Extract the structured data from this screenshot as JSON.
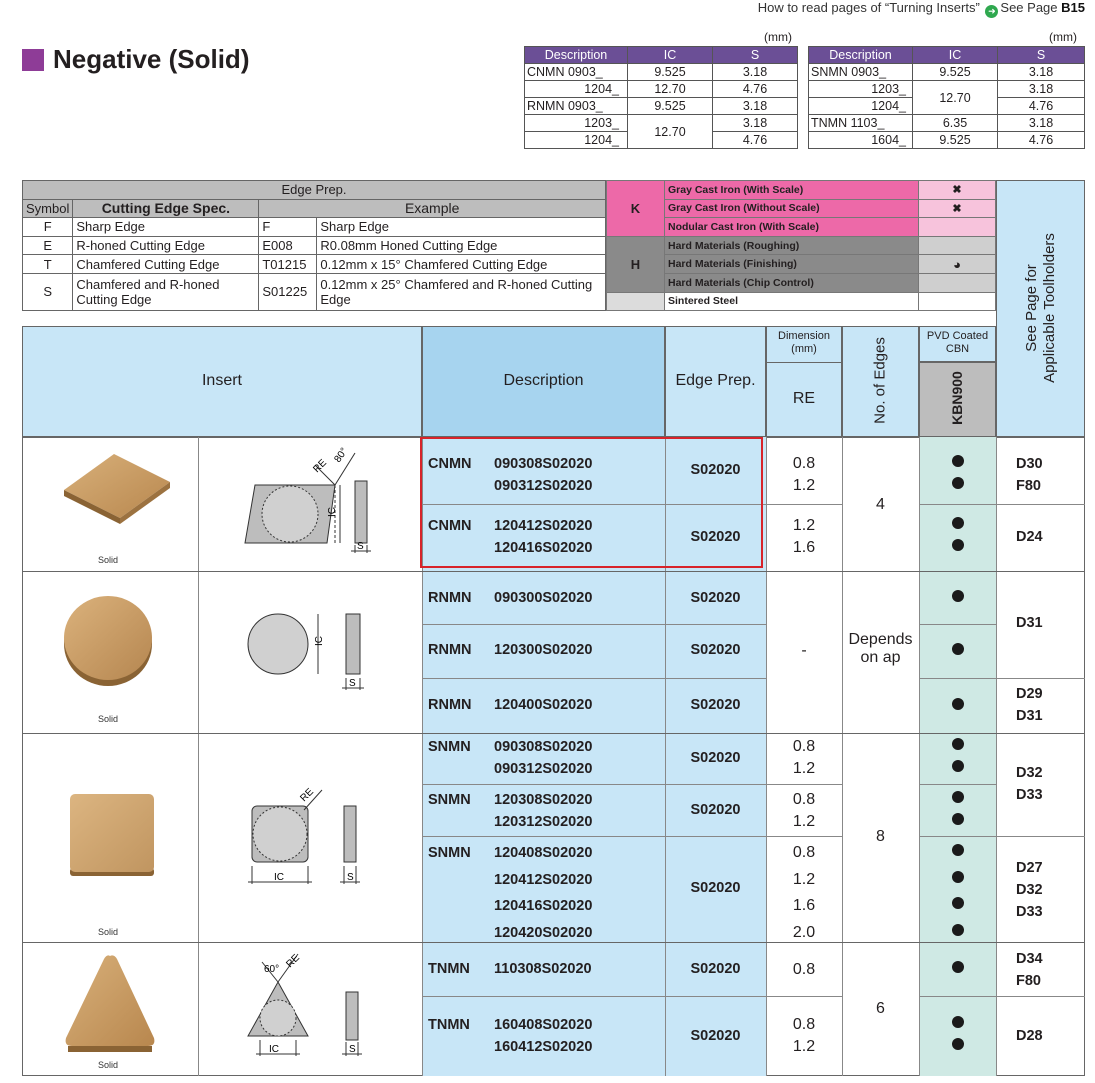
{
  "header": {
    "reference_text": "How to read pages of “Turning Inserts”",
    "see_page_prefix": "See Page",
    "see_page_target": "B15"
  },
  "page_title": "Negative (Solid)",
  "dimension_tables": {
    "unit": "(mm)",
    "columns": [
      "Description",
      "IC",
      "S"
    ],
    "left_rows": [
      {
        "desc": "CNMN 0903_",
        "ic": "9.525",
        "s": "3.18"
      },
      {
        "desc": "1204_",
        "ic": "12.70",
        "s": "4.76"
      },
      {
        "desc": "RNMN 0903_",
        "ic": "9.525",
        "s": "3.18"
      },
      {
        "desc": "1203_",
        "ic": "12.70",
        "s": "3.18"
      },
      {
        "desc": "1204_",
        "ic": "",
        "s": "4.76"
      }
    ],
    "right_rows": [
      {
        "desc": "SNMN 0903_",
        "ic": "9.525",
        "s": "3.18"
      },
      {
        "desc": "1203_",
        "ic": "12.70",
        "s": "3.18"
      },
      {
        "desc": "1204_",
        "ic": "",
        "s": "4.76"
      },
      {
        "desc": "TNMN 1103_",
        "ic": "6.35",
        "s": "3.18"
      },
      {
        "desc": "1604_",
        "ic": "9.525",
        "s": "4.76"
      }
    ]
  },
  "edge_prep": {
    "title": "Edge Prep.",
    "col_symbol": "Symbol",
    "col_spec": "Cutting Edge Spec.",
    "col_example": "Example",
    "rows": [
      {
        "symbol": "F",
        "spec": "Sharp Edge",
        "code": "F",
        "example": "Sharp Edge"
      },
      {
        "symbol": "E",
        "spec": "R-honed Cutting Edge",
        "code": "E008",
        "example": "R0.08mm Honed Cutting Edge"
      },
      {
        "symbol": "T",
        "spec": "Chamfered Cutting Edge",
        "code": "T01215",
        "example": "0.12mm x 15° Chamfered Cutting Edge"
      },
      {
        "symbol": "S",
        "spec": "Chamfered and R-honed Cutting Edge",
        "code": "S01225",
        "example": "0.12mm x 25° Chamfered and R-honed Cutting Edge"
      }
    ]
  },
  "work_materials": {
    "groups": [
      {
        "key": "K",
        "color": "#ed69a8",
        "items": [
          {
            "label": "Gray Cast Iron (With Scale)",
            "mark": "✖"
          },
          {
            "label": "Gray Cast Iron (Without Scale)",
            "mark": "✖"
          },
          {
            "label": "Nodular Cast Iron (With Scale)",
            "mark": ""
          }
        ]
      },
      {
        "key": "H",
        "color": "#8a8a8a",
        "items": [
          {
            "label": "Hard Materials (Roughing)",
            "mark": ""
          },
          {
            "label": "Hard Materials (Finishing)",
            "mark": "◕"
          },
          {
            "label": "Hard Materials (Chip Control)",
            "mark": ""
          }
        ]
      },
      {
        "key": "",
        "color": "#dcdcdc",
        "items": [
          {
            "label": "Sintered Steel",
            "mark": ""
          }
        ]
      }
    ]
  },
  "side_label": [
    "See Page for",
    "Applicable Toolholders"
  ],
  "table_headers": {
    "insert": "Insert",
    "description": "Description",
    "edge_prep": "Edge Prep.",
    "dimension": "Dimension",
    "dimension_unit": "(mm)",
    "re": "RE",
    "edges": "No. of Edges",
    "pvd_line1": "PVD Coated",
    "pvd_line2": "CBN",
    "grade": "KBN900"
  },
  "solid_label": "Solid",
  "drawing_labels": {
    "ic": "IC",
    "s": "S",
    "re": "RE",
    "angle80": "80°",
    "angle60": "60°"
  },
  "products": [
    {
      "shape": "CNMN",
      "groups": [
        {
          "prefix": "CNMN",
          "codes": [
            "090308S02020",
            "090312S02020"
          ],
          "edge": "S02020",
          "re": [
            "0.8",
            "1.2"
          ],
          "pages": [
            "D30",
            "F80"
          ]
        },
        {
          "prefix": "CNMN",
          "codes": [
            "120412S02020",
            "120416S02020"
          ],
          "edge": "S02020",
          "re": [
            "1.2",
            "1.6"
          ],
          "pages": [
            "D24"
          ]
        }
      ],
      "edges": "4"
    },
    {
      "shape": "RNMN",
      "groups": [
        {
          "prefix": "RNMN",
          "codes": [
            "090300S02020"
          ],
          "edge": "S02020",
          "re": [],
          "pages": []
        },
        {
          "prefix": "RNMN",
          "codes": [
            "120300S02020"
          ],
          "edge": "S02020",
          "re": [],
          "pages": []
        },
        {
          "prefix": "RNMN",
          "codes": [
            "120400S02020"
          ],
          "edge": "S02020",
          "re": [],
          "pages": [
            "D29",
            "D31"
          ]
        }
      ],
      "edges": "Depends on ap",
      "re_all": "-",
      "pages_top": [
        "D31"
      ]
    },
    {
      "shape": "SNMN",
      "groups": [
        {
          "prefix": "SNMN",
          "codes": [
            "090308S02020",
            "090312S02020"
          ],
          "edge": "S02020",
          "re": [
            "0.8",
            "1.2"
          ]
        },
        {
          "prefix": "SNMN",
          "codes": [
            "120308S02020",
            "120312S02020"
          ],
          "edge": "S02020",
          "re": [
            "0.8",
            "1.2"
          ]
        },
        {
          "prefix": "SNMN",
          "codes": [
            "120408S02020",
            "120412S02020",
            "120416S02020",
            "120420S02020"
          ],
          "edge": "S02020",
          "re": [
            "0.8",
            "1.2",
            "1.6",
            "2.0"
          ]
        }
      ],
      "edges": "8",
      "pages_a": [
        "D32",
        "D33"
      ],
      "pages_b": [
        "D27",
        "D32",
        "D33"
      ]
    },
    {
      "shape": "TNMN",
      "groups": [
        {
          "prefix": "TNMN",
          "codes": [
            "110308S02020"
          ],
          "edge": "S02020",
          "re": [
            "0.8"
          ],
          "pages": [
            "D34",
            "F80"
          ]
        },
        {
          "prefix": "TNMN",
          "codes": [
            "160408S02020",
            "160412S02020"
          ],
          "edge": "S02020",
          "re": [
            "0.8",
            "1.2"
          ],
          "pages": [
            "D28"
          ]
        }
      ],
      "edges": "6"
    }
  ],
  "colors": {
    "accent_purple": "#8e3c97",
    "header_blue": "#c8e6f7",
    "desc_blue": "#a7d4ef",
    "cbn_teal": "#cfe9e4",
    "highlight_red": "#d8232a"
  }
}
